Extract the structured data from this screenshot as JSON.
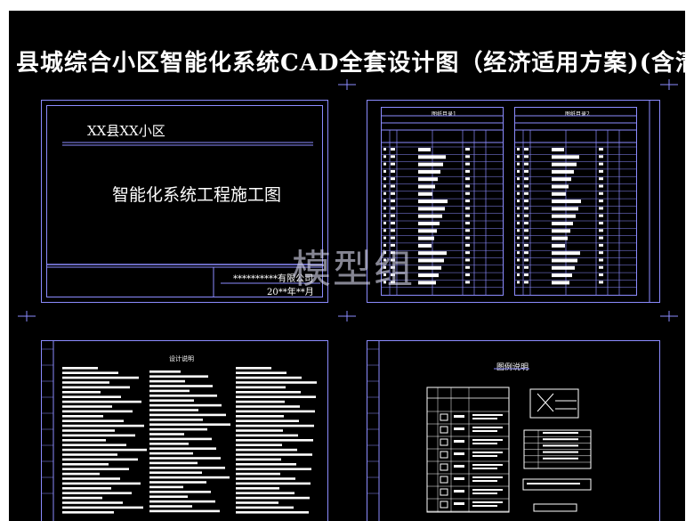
{
  "title": "县城综合小区智能化系统CAD全套设计图（经济适用方案)(含清单)",
  "cover": {
    "project": "XX县XX小区",
    "drawing_title": "智能化系统工程施工图",
    "company": "**********有限公司",
    "date": "20**年**月"
  },
  "index_sheets": {
    "left_title": "图纸目录1",
    "right_title": "图纸目录2"
  },
  "notes_sheet": {
    "title": "设计说明"
  },
  "legend_sheet": {
    "title": "图例说明"
  },
  "watermark": "模型组",
  "colors": {
    "background": "#000000",
    "frame_line": "#8c8cff",
    "text": "#ffffff"
  }
}
